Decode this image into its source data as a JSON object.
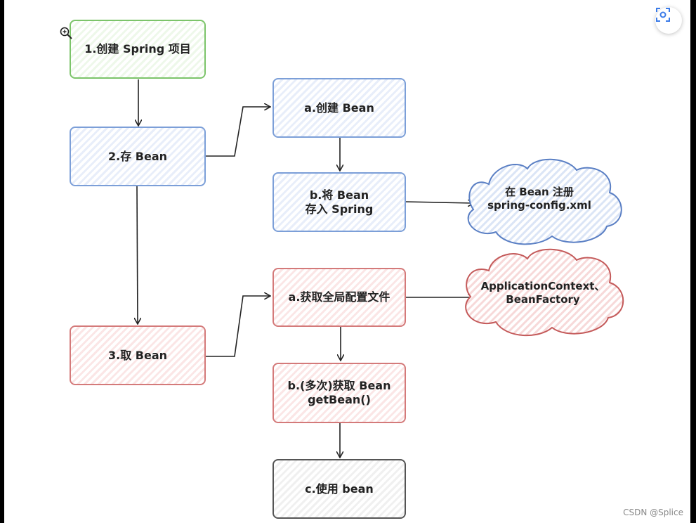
{
  "nodes": {
    "create_project": "1.创建 Spring 项目",
    "store_bean": "2.存 Bean",
    "get_bean": "3.取 Bean",
    "create_bean": "a.创建 Bean",
    "register_bean": "b.将 Bean\n存入 Spring",
    "get_config": "a.获取全局配置文件",
    "fetch_bean": "b.(多次)获取 Bean\ngetBean()",
    "use_bean": "c.使用 bean"
  },
  "clouds": {
    "register_xml": "在 Bean 注册\nspring-config.xml",
    "context": "ApplicationContext、\nBeanFactory"
  },
  "colors": {
    "green": "#7cc46a",
    "blue": "#7c9fd8",
    "red": "#d47a7a",
    "gray": "#555555",
    "cloud_blue_fill": "#dfe8f7",
    "cloud_red_fill": "#f9dede"
  },
  "icons": {
    "zoom": "zoom-in-icon",
    "scan": "scan-icon"
  },
  "watermark": "CSDN @Splice"
}
